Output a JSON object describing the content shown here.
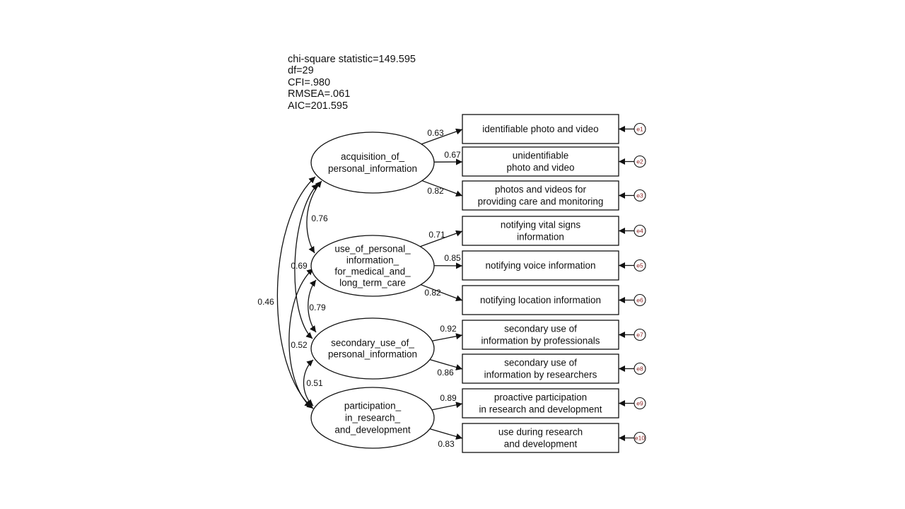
{
  "fit_stats": [
    "chi-square statistic=149.595",
    "df=29",
    "CFI=.980",
    "RMSEA=.061",
    "AIC=201.595"
  ],
  "latents": [
    {
      "id": "f1",
      "lines": [
        "acquisition_of_",
        "personal_information"
      ]
    },
    {
      "id": "f2",
      "lines": [
        "use_of_personal_",
        "information_",
        "for_medical_and_",
        "long_term_care"
      ]
    },
    {
      "id": "f3",
      "lines": [
        "secondary_use_of_",
        "personal_information"
      ]
    },
    {
      "id": "f4",
      "lines": [
        "participation_",
        "in_research_",
        "and_development"
      ]
    }
  ],
  "indicators": [
    {
      "lines": [
        "identifiable photo and video"
      ],
      "latent": "f1",
      "loading": "0.63",
      "error": "e1"
    },
    {
      "lines": [
        "unidentifiable",
        "photo and video"
      ],
      "latent": "f1",
      "loading": "0.67",
      "error": "e2"
    },
    {
      "lines": [
        "photos and videos for",
        "providing care and monitoring"
      ],
      "latent": "f1",
      "loading": "0.82",
      "error": "e3"
    },
    {
      "lines": [
        "notifying vital signs",
        "information"
      ],
      "latent": "f2",
      "loading": "0.71",
      "error": "e4"
    },
    {
      "lines": [
        "notifying voice information"
      ],
      "latent": "f2",
      "loading": "0.85",
      "error": "e5"
    },
    {
      "lines": [
        "notifying location information"
      ],
      "latent": "f2",
      "loading": "0.82",
      "error": "e6"
    },
    {
      "lines": [
        "secondary use of",
        "information by professionals"
      ],
      "latent": "f3",
      "loading": "0.92",
      "error": "e7"
    },
    {
      "lines": [
        "secondary use of",
        "information by researchers"
      ],
      "latent": "f3",
      "loading": "0.86",
      "error": "e8"
    },
    {
      "lines": [
        "proactive participation",
        "in research and development"
      ],
      "latent": "f4",
      "loading": "0.89",
      "error": "e9"
    },
    {
      "lines": [
        "use during research",
        "and development"
      ],
      "latent": "f4",
      "loading": "0.83",
      "error": "e10"
    }
  ],
  "correlations": [
    {
      "from": "f1",
      "to": "f2",
      "value": "0.76"
    },
    {
      "from": "f1",
      "to": "f3",
      "value": "0.69"
    },
    {
      "from": "f1",
      "to": "f4",
      "value": "0.46"
    },
    {
      "from": "f2",
      "to": "f3",
      "value": "0.79"
    },
    {
      "from": "f2",
      "to": "f4",
      "value": "0.52"
    },
    {
      "from": "f3",
      "to": "f4",
      "value": "0.51"
    }
  ]
}
